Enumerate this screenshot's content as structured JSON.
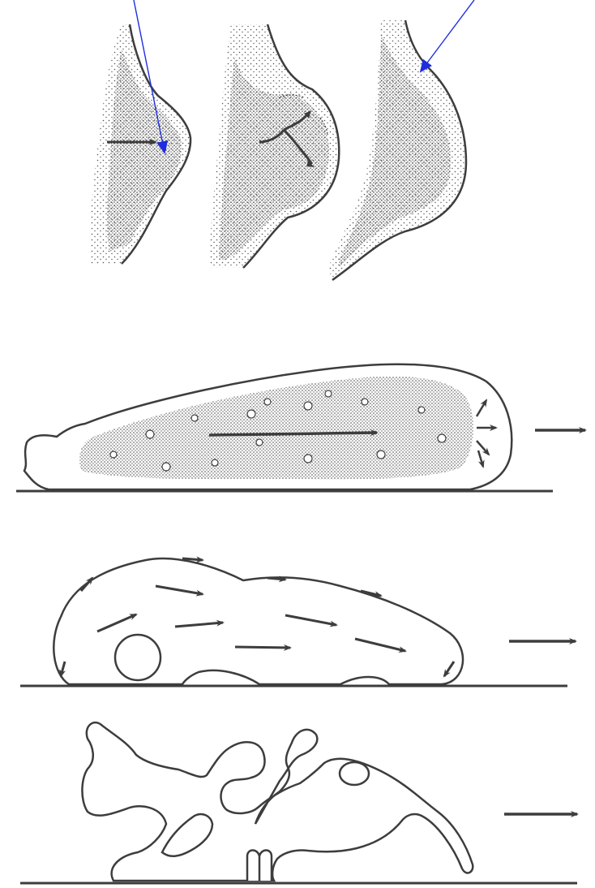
{
  "figure": {
    "ink_color": "#3d3d3d",
    "annotation_arrow_color": "#1f2de0",
    "background": "#ffffff"
  },
  "panels": [
    {
      "id": "pseudopod-stages",
      "icon": "pseudopod-cross-sections"
    },
    {
      "id": "amoeboid-flow",
      "icon": "streaming-cell"
    },
    {
      "id": "membrane-flow",
      "icon": "surface-flow-cell"
    },
    {
      "id": "irregular-cell",
      "icon": "branched-cell"
    }
  ]
}
